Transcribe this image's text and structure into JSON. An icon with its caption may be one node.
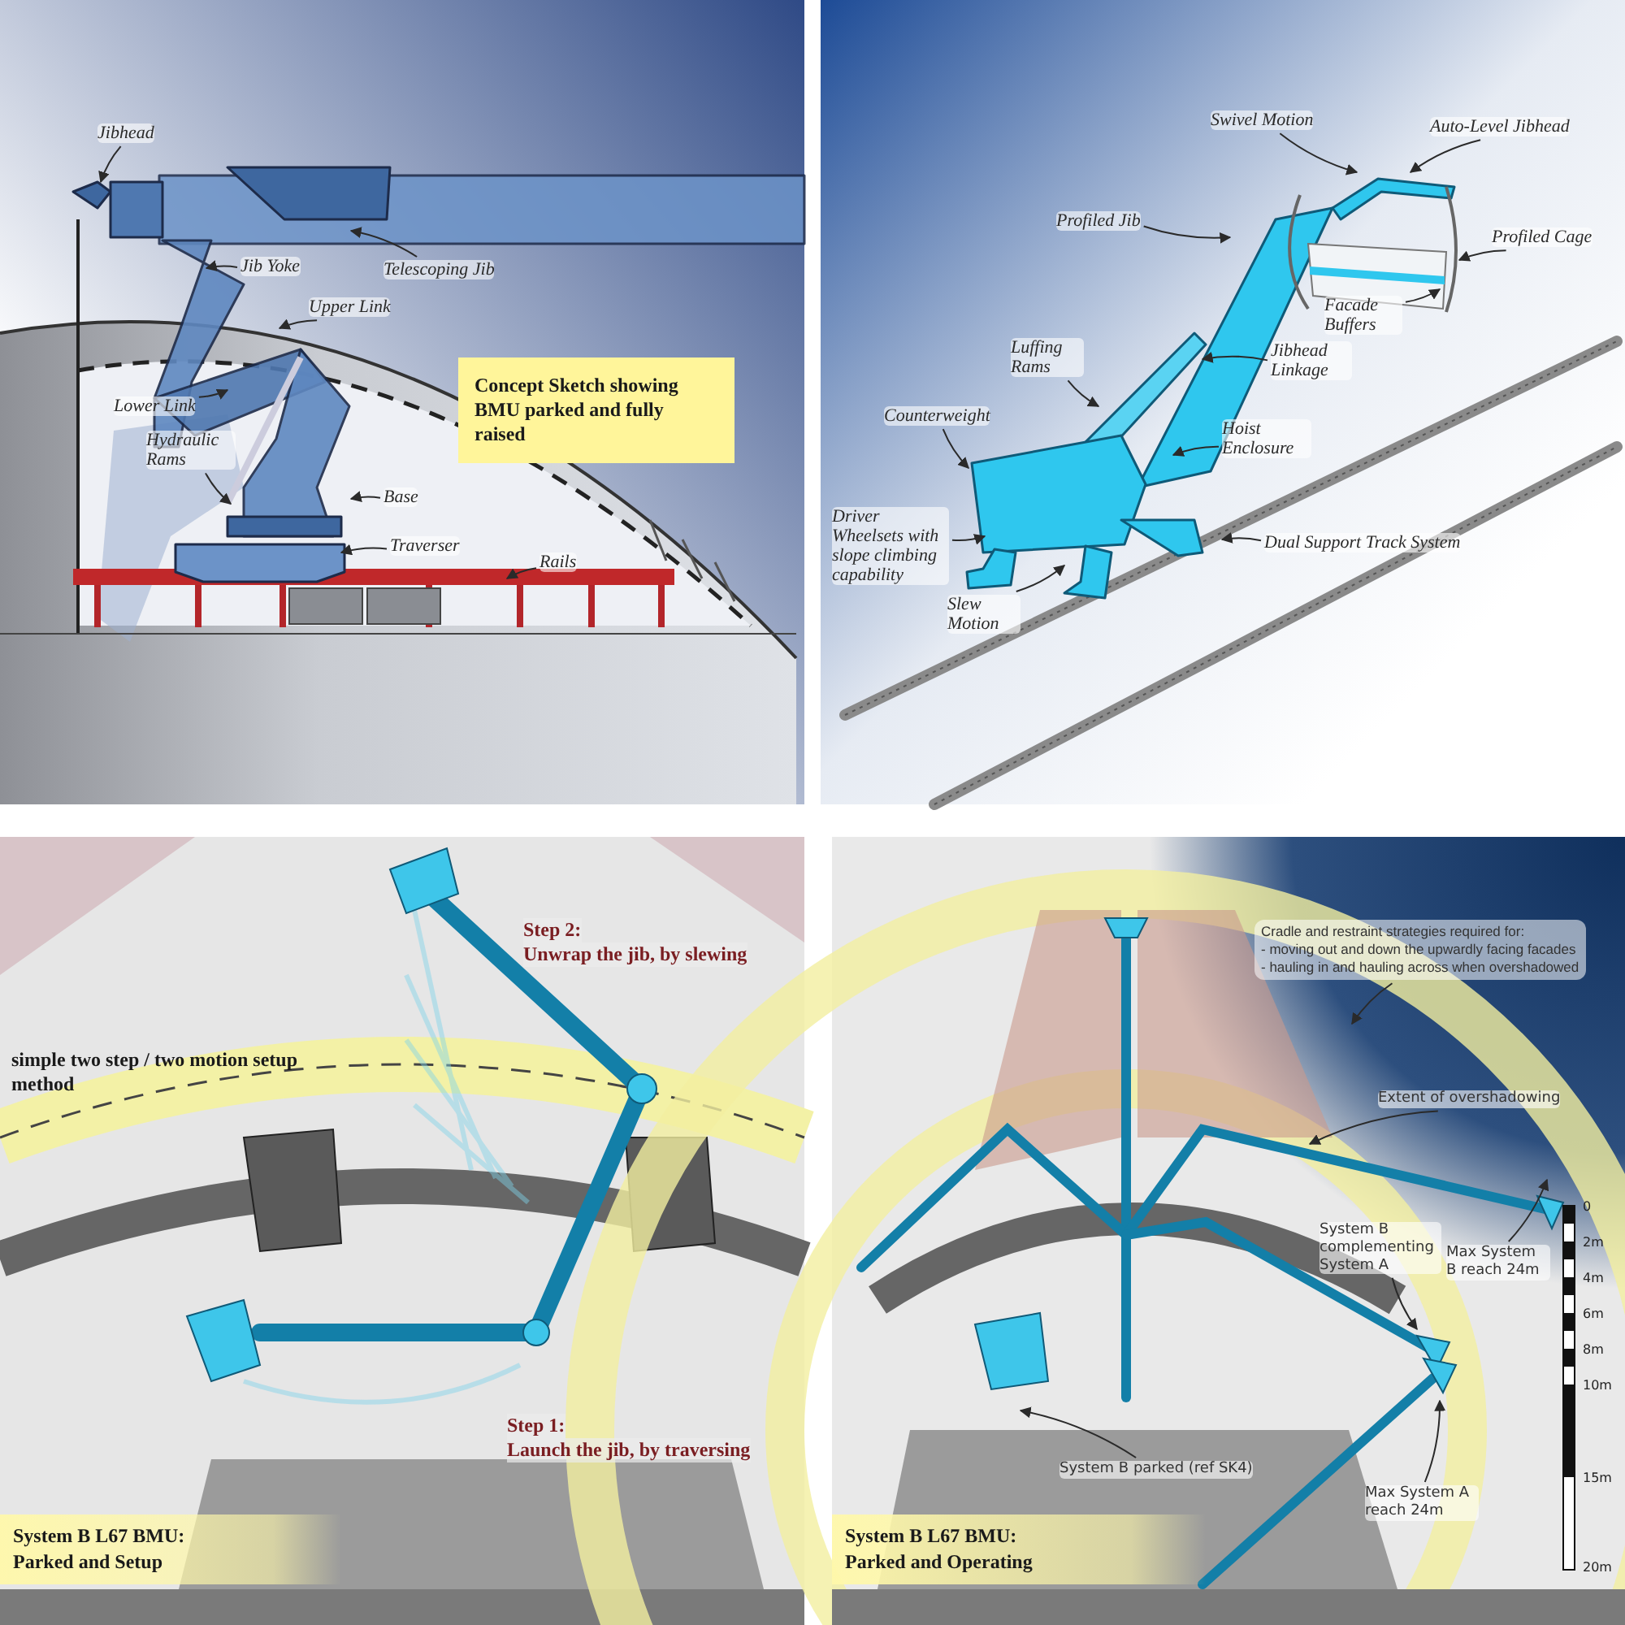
{
  "diagram": {
    "nodes": [
      {
        "text": [
          "Jibhead"
        ]
      },
      {
        "text": [
          "Telescoping Jib"
        ]
      },
      {
        "text": [
          "Jib Yoke"
        ]
      },
      {
        "text": [
          "Upper Link"
        ]
      },
      {
        "text": [
          "Lower Link"
        ]
      },
      {
        "text": [
          "Hydraulic Rams"
        ]
      },
      {
        "text": [
          "Base"
        ]
      },
      {
        "text": [
          "Traverser"
        ]
      },
      {
        "text": [
          "Rails"
        ]
      },
      {
        "text": [
          "Concept Sketch showing BMU parked and fully raised"
        ]
      },
      {
        "text": [
          "Swivel Motion"
        ]
      },
      {
        "text": [
          "Auto-Level Jibhead"
        ]
      },
      {
        "text": [
          "Profiled Jib"
        ]
      },
      {
        "text": [
          "Profiled Cage"
        ]
      },
      {
        "text": [
          "Facade Buffers"
        ]
      },
      {
        "text": [
          "Luffing Rams"
        ]
      },
      {
        "text": [
          "Jibhead Linkage"
        ]
      },
      {
        "text": [
          "Hoist Enclosure"
        ]
      },
      {
        "text": [
          "Counterweight"
        ]
      },
      {
        "text": [
          "Driver Wheelsets with slope climbing capability"
        ]
      },
      {
        "text": [
          "Slew Motion"
        ]
      },
      {
        "text": [
          "Dual Support Track System"
        ]
      },
      {
        "text": [
          "System B L67 BMU:",
          "Parked and Setup"
        ]
      },
      {
        "text": [
          "Cradle and restraint strategies required for:",
          "- moving out and down the upwardly facing facades",
          "- hauling in and hauling across when overshadowed"
        ]
      },
      {
        "text": [
          "Extent of overshadowing"
        ]
      },
      {
        "text": [
          "System B complementing System A"
        ]
      },
      {
        "text": [
          "Max System B reach 24m"
        ]
      },
      {
        "text": [
          "Max System A reach 24m"
        ]
      },
      {
        "text": [
          "System B parked (ref SK4)"
        ]
      },
      {
        "text": [
          "System B L67 BMU:",
          "Parked and Operating"
        ]
      }
    ],
    "edges": [
      {
        "from": 0,
        "to": null,
        "arrow": "to"
      },
      {
        "from": 1,
        "to": null,
        "arrow": "to"
      },
      {
        "from": 2,
        "to": null,
        "arrow": "to"
      },
      {
        "from": 3,
        "to": null,
        "arrow": "to"
      },
      {
        "from": 4,
        "to": null,
        "arrow": "to"
      },
      {
        "from": 5,
        "to": null,
        "arrow": "to"
      },
      {
        "from": 6,
        "to": null,
        "arrow": "to"
      },
      {
        "from": 7,
        "to": null,
        "arrow": "to"
      },
      {
        "from": 8,
        "to": null,
        "arrow": "to"
      },
      {
        "from": 10,
        "to": null,
        "arrow": "to"
      },
      {
        "from": 11,
        "to": null,
        "arrow": "to"
      },
      {
        "from": 12,
        "to": null,
        "arrow": "to"
      },
      {
        "from": 13,
        "to": null,
        "arrow": "to"
      },
      {
        "from": 14,
        "to": null,
        "arrow": "to"
      },
      {
        "from": 15,
        "to": null,
        "arrow": "to"
      },
      {
        "from": 16,
        "to": null,
        "arrow": "to"
      },
      {
        "from": 17,
        "to": null,
        "arrow": "to"
      },
      {
        "from": 18,
        "to": null,
        "arrow": "to"
      },
      {
        "from": 19,
        "to": null,
        "arrow": "to"
      },
      {
        "from": 20,
        "to": null,
        "arrow": "to"
      },
      {
        "from": 21,
        "to": null,
        "arrow": "to"
      },
      {
        "from": 23,
        "to": null,
        "arrow": "to"
      },
      {
        "from": 24,
        "to": null,
        "arrow": "to"
      },
      {
        "from": 25,
        "to": null,
        "arrow": "to"
      },
      {
        "from": 26,
        "to": null,
        "arrow": "to"
      },
      {
        "from": 27,
        "to": null,
        "arrow": "to"
      },
      {
        "from": 28,
        "to": null,
        "arrow": "to"
      }
    ],
    "labels": [
      "Step 2:",
      "Unwrap the jib, by slewing",
      "simple two step / two motion setup method",
      "Step 1:",
      "Launch the jib, by traversing",
      "0",
      "2m",
      "4m",
      "6m",
      "8m",
      "10m",
      "15m",
      "20m"
    ]
  }
}
